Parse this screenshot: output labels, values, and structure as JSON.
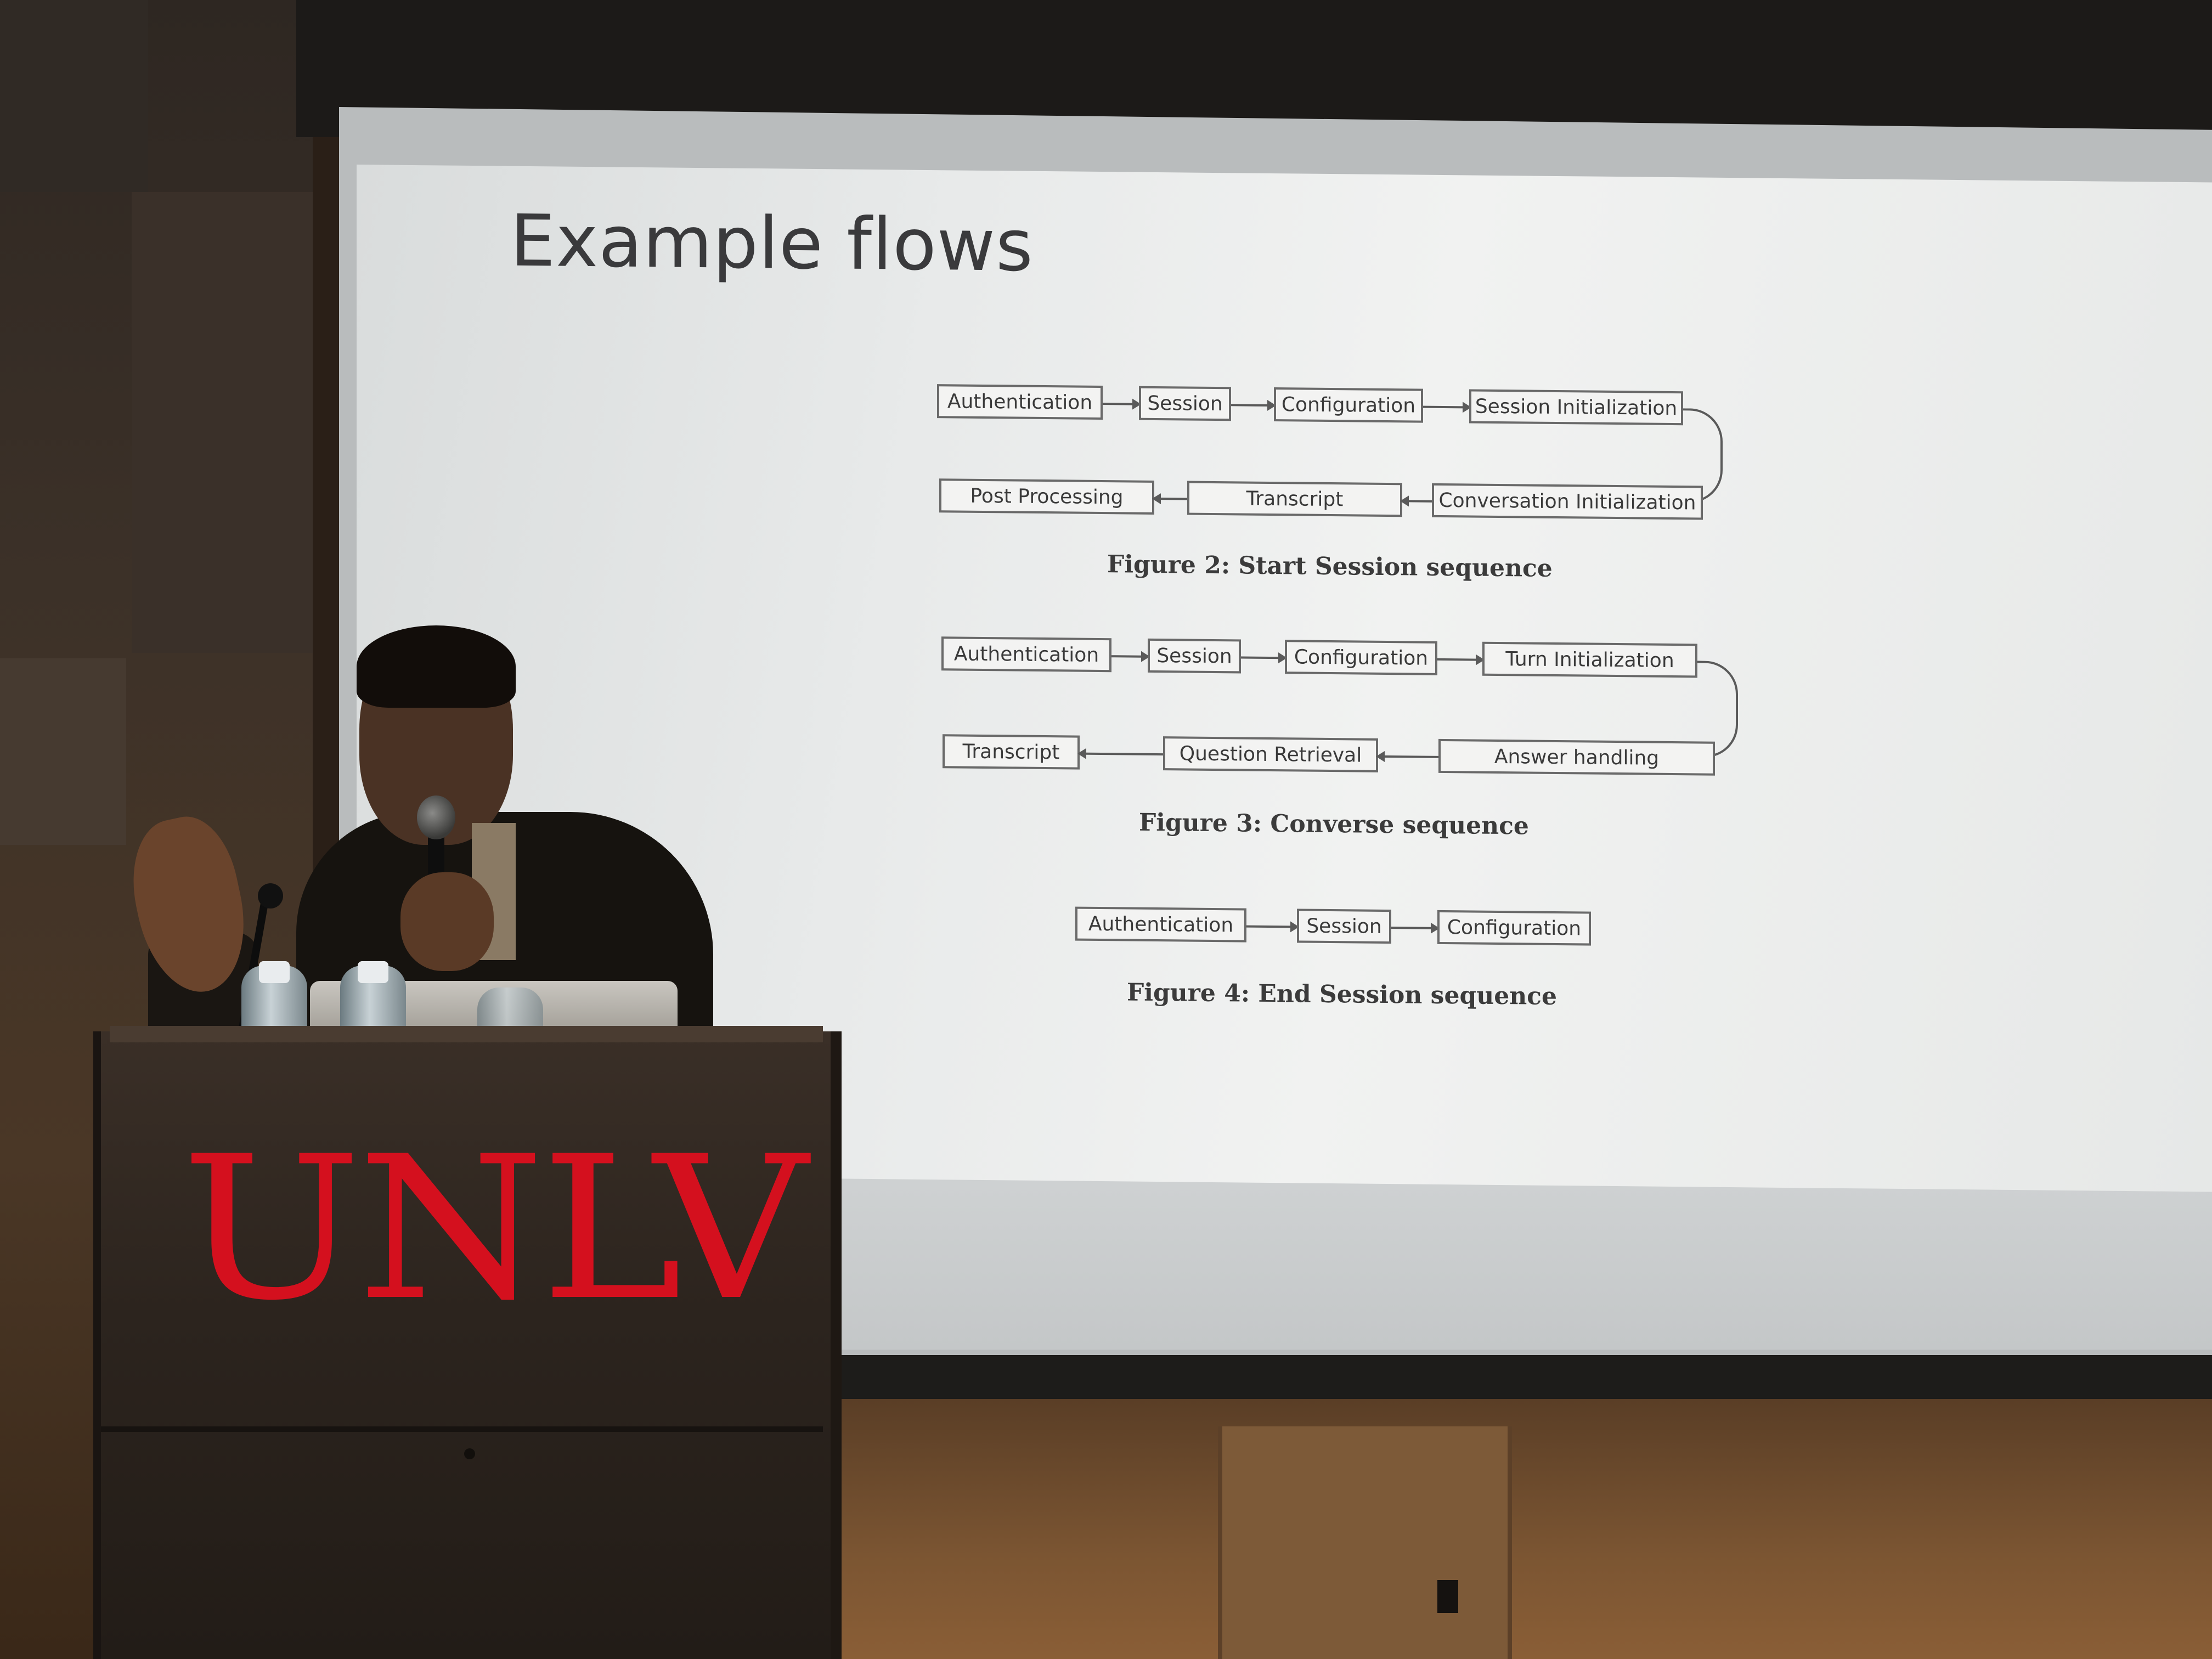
{
  "slide": {
    "title": "Example flows",
    "figure2": {
      "row1": [
        "Authentication",
        "Session",
        "Configuration",
        "Session Initialization"
      ],
      "row2": [
        "Post Processing",
        "Transcript",
        "Conversation Initialization"
      ],
      "caption": "Figure 2: Start Session sequence"
    },
    "figure3": {
      "row1": [
        "Authentication",
        "Session",
        "Configuration",
        "Turn Initialization"
      ],
      "row2": [
        "Transcript",
        "Question Retrieval",
        "Answer handling"
      ],
      "caption": "Figure 3: Converse sequence"
    },
    "figure4": {
      "row1": [
        "Authentication",
        "Session",
        "Configuration"
      ],
      "caption": "Figure 4: End Session sequence"
    }
  },
  "podium": {
    "logo_text": "UNLV",
    "logo_color": "#d4101e"
  }
}
